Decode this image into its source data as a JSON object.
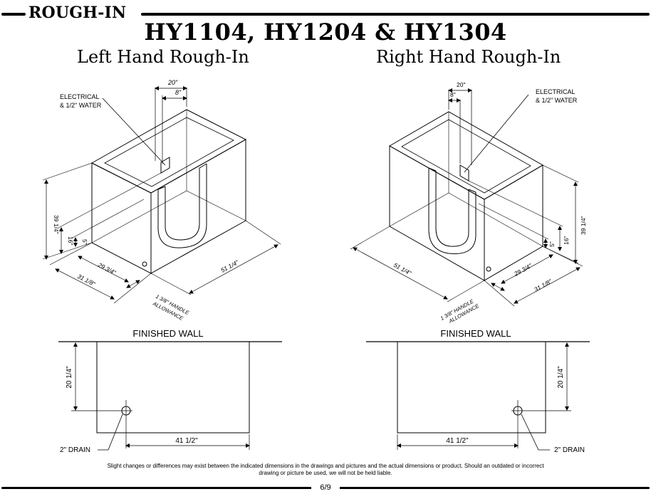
{
  "header": {
    "section_label": "ROUGH-IN",
    "title": "HY1104, HY1204 & HY1304"
  },
  "left": {
    "heading": "Left Hand Rough-In",
    "callout": [
      "ELECTRICAL",
      "& 1/2\" WATER"
    ],
    "dims": {
      "top_wide": "20\"",
      "top_narrow": "8\"",
      "height_total": "39 1/4\"",
      "height_mid": "16\"",
      "height_low": "5\"",
      "depth_inner": "29 3/4\"",
      "depth_outer": "31 1/8\"",
      "length": "51 1/4\"",
      "handle": [
        "1 3/8\" HANDLE",
        "ALLOWANCE"
      ]
    },
    "plan": {
      "wall_label": "FINISHED WALL",
      "depth": "20 1/4\"",
      "length": "41 1/2\"",
      "drain": "2\" DRAIN"
    }
  },
  "right": {
    "heading": "Right Hand Rough-In",
    "callout": [
      "ELECTRICAL",
      "& 1/2\" WATER"
    ],
    "dims": {
      "top_wide": "20\"",
      "top_narrow": "8\"",
      "height_total": "39 1/4\"",
      "height_mid": "16\"",
      "height_low": "5\"",
      "depth_inner": "29 3/4\"",
      "depth_outer": "31 1/8\"",
      "length": "51 1/4\"",
      "handle": [
        "1 3/8\" HANDLE",
        "ALLOWANCE"
      ]
    },
    "plan": {
      "wall_label": "FINISHED WALL",
      "depth": "20 1/4\"",
      "length": "41 1/2\"",
      "drain": "2\" DRAIN"
    }
  },
  "footer": {
    "disclaimer": "Slight changes or differences may exist between the indicated dimensions in the drawings and pictures and the actual dimensions or product. Should an outdated or incorrect drawing or picture be used, we will not be held liable.",
    "page": "6/9"
  }
}
